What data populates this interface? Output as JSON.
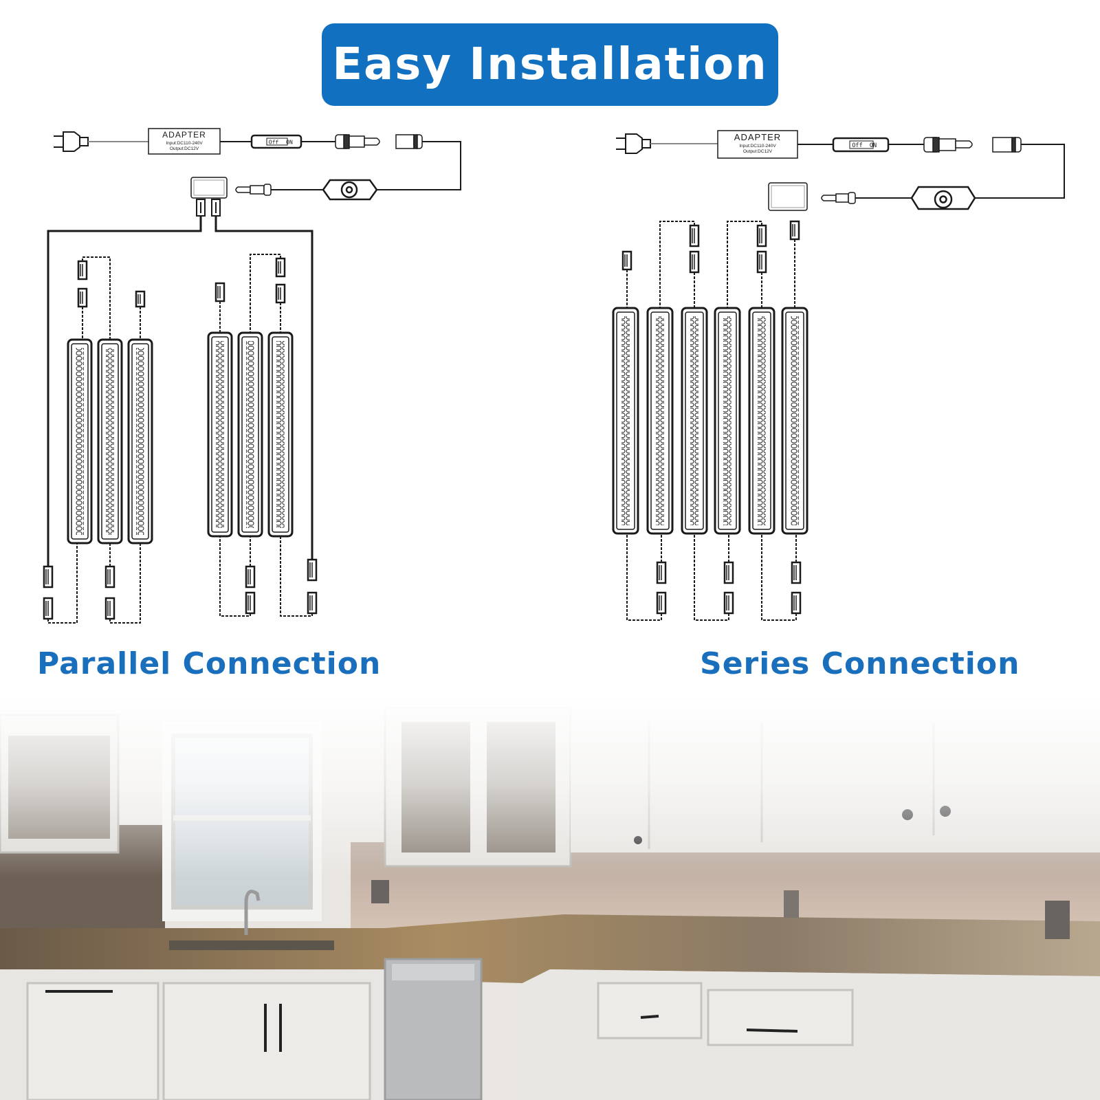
{
  "title": "Easy Installation",
  "colors": {
    "accent": "#1270c0",
    "caption": "#1a6fbd",
    "line": "#1a1a1a"
  },
  "adapter": {
    "label": "ADAPTER",
    "input": "Input:DC110-240V",
    "output": "Output:DC12V"
  },
  "switch": {
    "off": "Off",
    "on": "ON"
  },
  "parallel": {
    "caption": "Parallel Connection",
    "bar_groups": 2,
    "bars_per_group": 3
  },
  "series": {
    "caption": "Series Connection",
    "bar_count": 6
  },
  "photo": {
    "icon": "kitchen-photo-icon"
  }
}
